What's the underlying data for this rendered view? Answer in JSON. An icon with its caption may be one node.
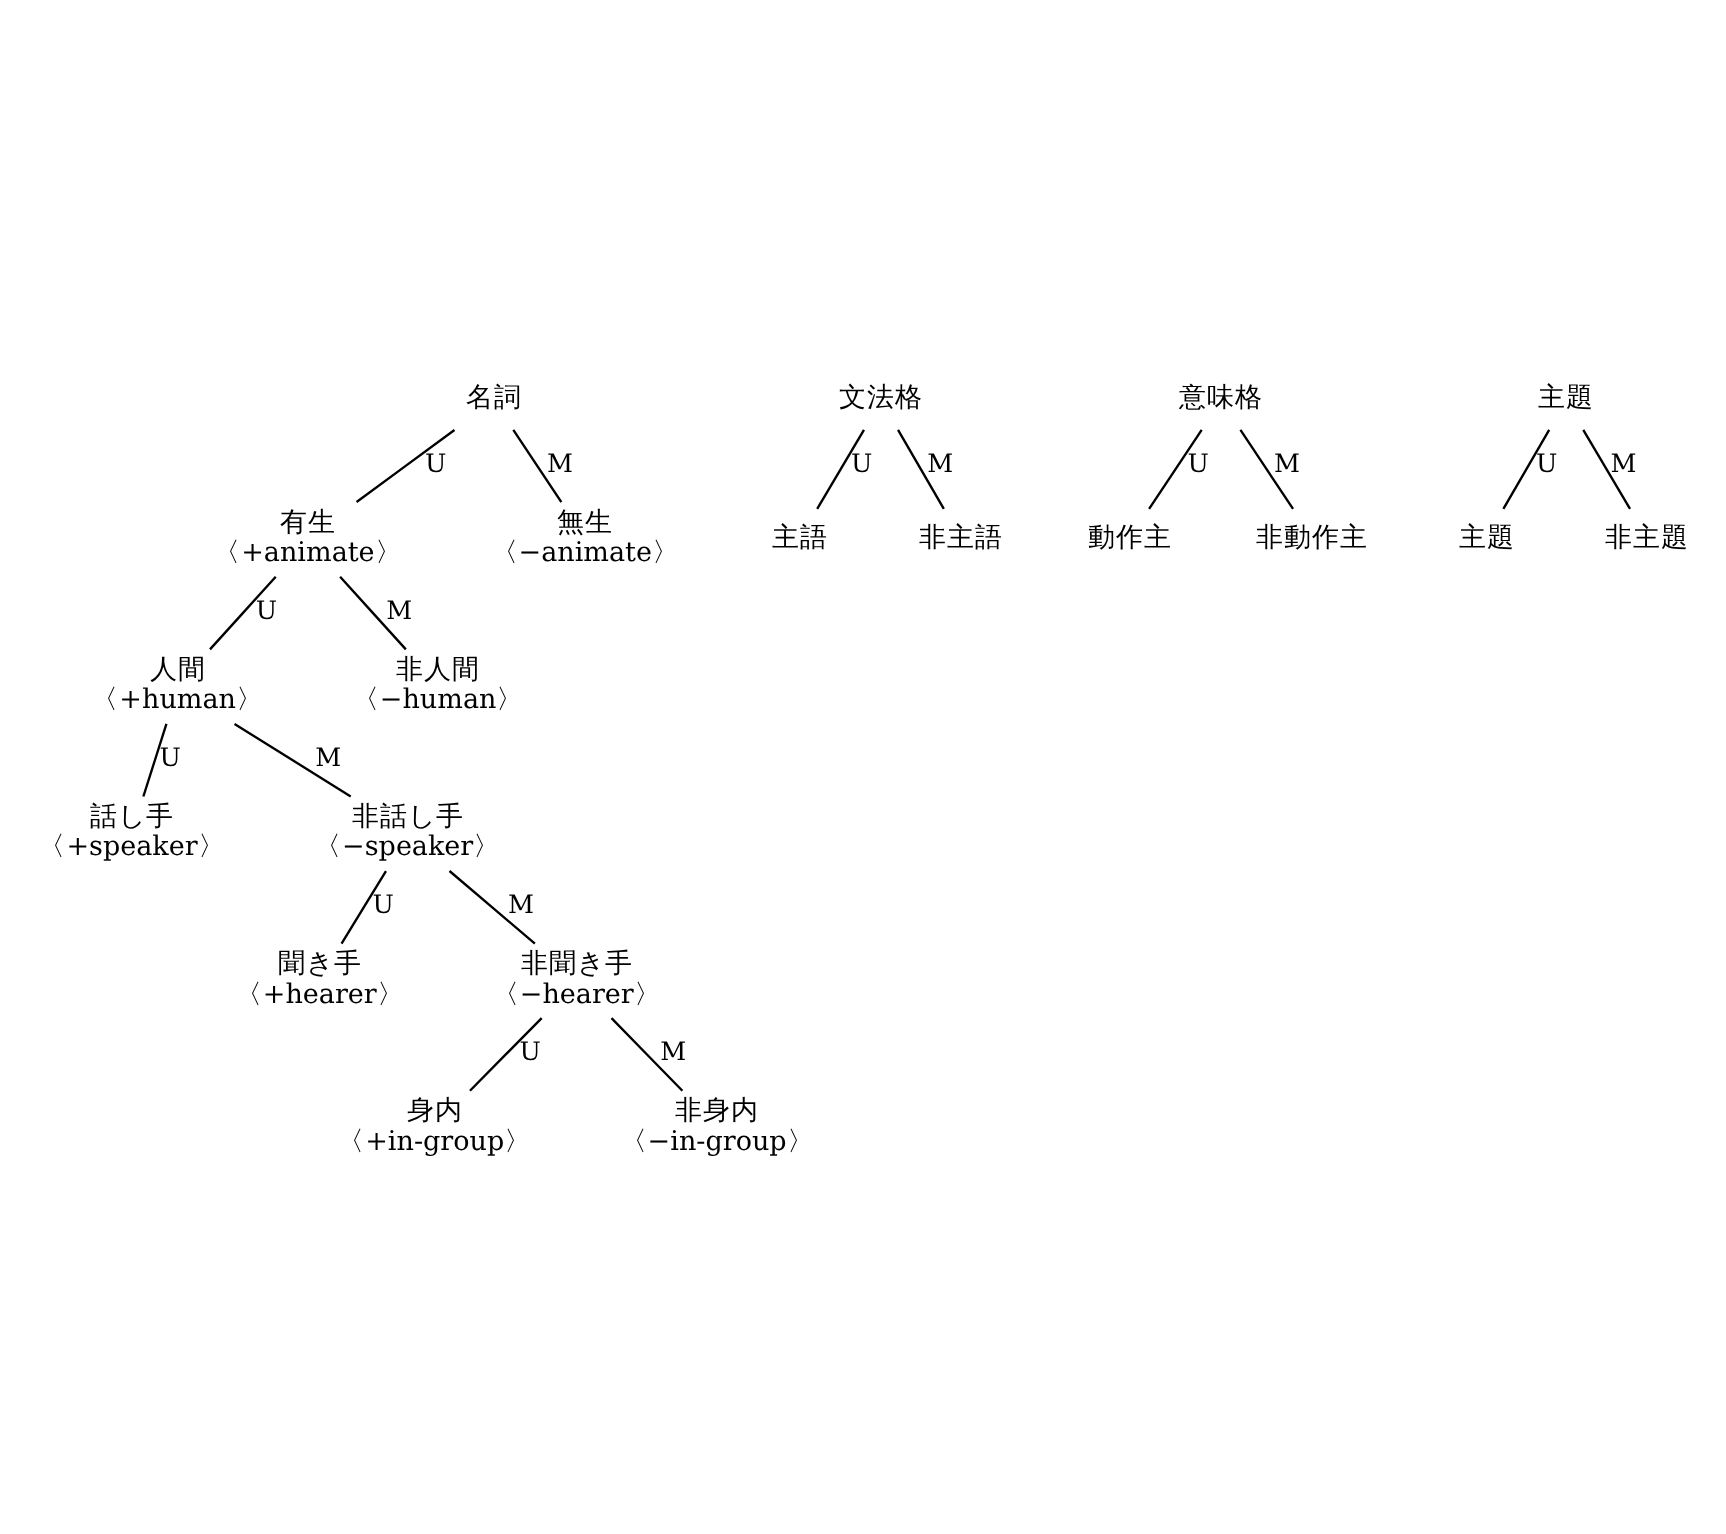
{
  "diagram": {
    "nodes": [
      {
        "text": [
          "名詞"
        ]
      },
      {
        "text": [
          "有生",
          "〈+animate〉"
        ]
      },
      {
        "text": [
          "無生",
          "〈−animate〉"
        ]
      },
      {
        "text": [
          "人間",
          "〈+human〉"
        ]
      },
      {
        "text": [
          "非人間",
          "〈−human〉"
        ]
      },
      {
        "text": [
          "話し手",
          "〈+speaker〉"
        ]
      },
      {
        "text": [
          "非話し手",
          "〈−speaker〉"
        ]
      },
      {
        "text": [
          "聞き手",
          "〈+hearer〉"
        ]
      },
      {
        "text": [
          "非聞き手",
          "〈−hearer〉"
        ]
      },
      {
        "text": [
          "身内",
          "〈+in-group〉"
        ]
      },
      {
        "text": [
          "非身内",
          "〈−in-group〉"
        ]
      },
      {
        "text": [
          "文法格"
        ]
      },
      {
        "text": [
          "主語"
        ]
      },
      {
        "text": [
          "非主語"
        ]
      },
      {
        "text": [
          "意味格"
        ]
      },
      {
        "text": [
          "動作主"
        ]
      },
      {
        "text": [
          "非動作主"
        ]
      },
      {
        "text": [
          "主題"
        ]
      },
      {
        "text": [
          "主題"
        ]
      },
      {
        "text": [
          "非主題"
        ]
      }
    ],
    "edges": [
      {
        "from": 0,
        "to": 1,
        "arrow": "none",
        "label": "U"
      },
      {
        "from": 0,
        "to": 2,
        "arrow": "none",
        "label": "M"
      },
      {
        "from": 1,
        "to": 3,
        "arrow": "none",
        "label": "U"
      },
      {
        "from": 1,
        "to": 4,
        "arrow": "none",
        "label": "M"
      },
      {
        "from": 3,
        "to": 5,
        "arrow": "none",
        "label": "U"
      },
      {
        "from": 3,
        "to": 6,
        "arrow": "none",
        "label": "M"
      },
      {
        "from": 6,
        "to": 7,
        "arrow": "none",
        "label": "U"
      },
      {
        "from": 6,
        "to": 8,
        "arrow": "none",
        "label": "M"
      },
      {
        "from": 8,
        "to": 9,
        "arrow": "none",
        "label": "U"
      },
      {
        "from": 8,
        "to": 10,
        "arrow": "none",
        "label": "M"
      },
      {
        "from": 11,
        "to": 12,
        "arrow": "none",
        "label": "U"
      },
      {
        "from": 11,
        "to": 13,
        "arrow": "none",
        "label": "M"
      },
      {
        "from": 14,
        "to": 15,
        "arrow": "none",
        "label": "U"
      },
      {
        "from": 14,
        "to": 16,
        "arrow": "none",
        "label": "M"
      },
      {
        "from": 17,
        "to": 18,
        "arrow": "none",
        "label": "U"
      },
      {
        "from": 17,
        "to": 19,
        "arrow": "none",
        "label": "M"
      }
    ]
  }
}
